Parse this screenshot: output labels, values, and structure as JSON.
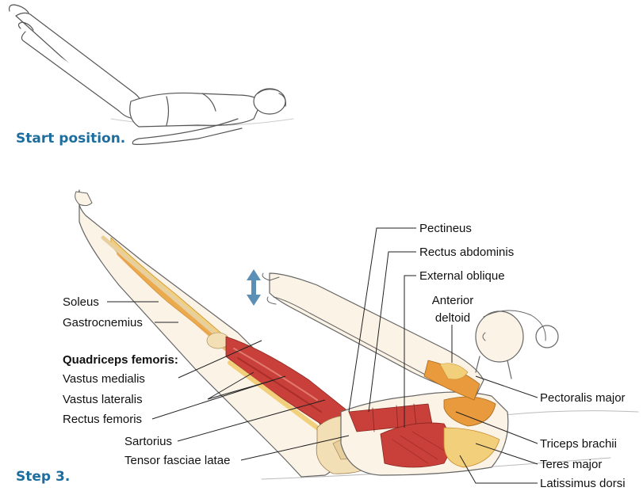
{
  "captions": {
    "start": "Start position.",
    "step": "Step 3."
  },
  "labels": {
    "soleus": "Soleus",
    "gastrocnemius": "Gastrocnemius",
    "quadriceps_group": "Quadriceps femoris:",
    "vastus_medialis": "Vastus medialis",
    "vastus_lateralis": "Vastus lateralis",
    "rectus_femoris": "Rectus femoris",
    "sartorius": "Sartorius",
    "tensor_fasciae_latae": "Tensor fasciae latae",
    "pectineus": "Pectineus",
    "rectus_abdominis": "Rectus abdominis",
    "external_oblique": "External oblique",
    "anterior_deltoid": "Anterior deltoid",
    "pectoralis_major": "Pectoralis major",
    "triceps_brachii": "Triceps brachii",
    "teres_major": "Teres major",
    "latissimus_dorsi": "Latissimus dorsi"
  },
  "colors": {
    "caption": "#1d6d9e",
    "muscle_red": "#c9403a",
    "muscle_orange": "#e89a3c",
    "muscle_yellow": "#f2cf7a",
    "bone": "#f3dfb6",
    "skin_outline": "#6b6b6b",
    "arrow": "#5b8fb5"
  },
  "icons": {
    "movement_arrow": "double-headed-vertical-arrow"
  }
}
